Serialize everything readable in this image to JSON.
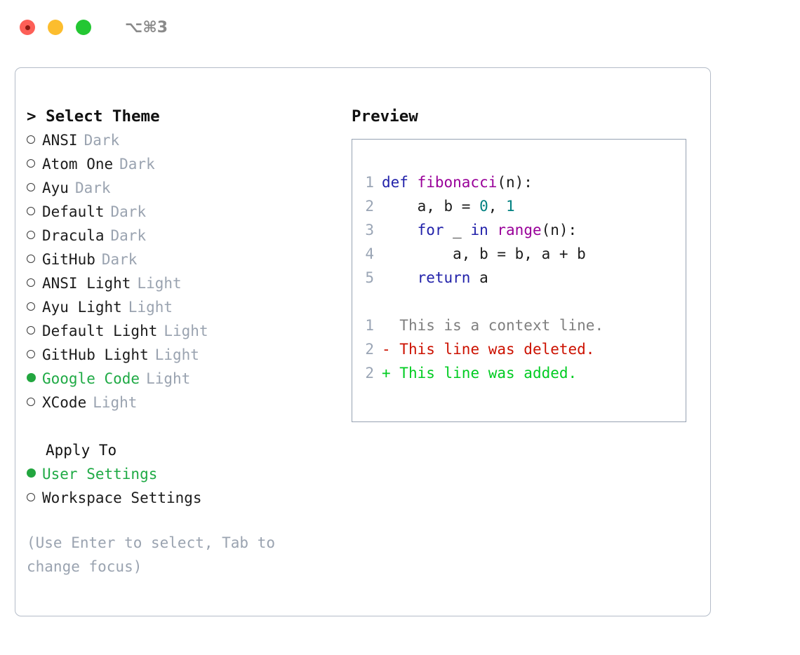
{
  "window": {
    "shortcut_label": "⌥⌘3",
    "traffic_lights": [
      "close-red",
      "minimize-yellow",
      "maximize-green"
    ]
  },
  "theme_picker": {
    "header": "> Select Theme",
    "items": [
      {
        "name": "ANSI",
        "kind": "Dark",
        "selected": false
      },
      {
        "name": "Atom One",
        "kind": "Dark",
        "selected": false
      },
      {
        "name": "Ayu",
        "kind": "Dark",
        "selected": false
      },
      {
        "name": "Default",
        "kind": "Dark",
        "selected": false
      },
      {
        "name": "Dracula",
        "kind": "Dark",
        "selected": false
      },
      {
        "name": "GitHub",
        "kind": "Dark",
        "selected": false
      },
      {
        "name": "ANSI Light",
        "kind": "Light",
        "selected": false
      },
      {
        "name": "Ayu Light",
        "kind": "Light",
        "selected": false
      },
      {
        "name": "Default Light",
        "kind": "Light",
        "selected": false
      },
      {
        "name": "GitHub Light",
        "kind": "Light",
        "selected": false
      },
      {
        "name": "Google Code",
        "kind": "Light",
        "selected": true
      },
      {
        "name": "XCode",
        "kind": "Light",
        "selected": false
      }
    ]
  },
  "apply_to": {
    "header": "Apply To",
    "items": [
      {
        "name": "User Settings",
        "selected": true
      },
      {
        "name": "Workspace Settings",
        "selected": false
      }
    ]
  },
  "hint": "(Use Enter to select, Tab to change focus)",
  "preview": {
    "title": "Preview",
    "code_lines": [
      {
        "no": "1",
        "tokens": [
          {
            "t": "def ",
            "c": "kw"
          },
          {
            "t": "fibonacci",
            "c": "fn"
          },
          {
            "t": "(n):",
            "c": "pln"
          }
        ]
      },
      {
        "no": "2",
        "tokens": [
          {
            "t": "    a, b = ",
            "c": "pln"
          },
          {
            "t": "0",
            "c": "num"
          },
          {
            "t": ", ",
            "c": "pln"
          },
          {
            "t": "1",
            "c": "num"
          }
        ]
      },
      {
        "no": "3",
        "tokens": [
          {
            "t": "    for ",
            "c": "kw"
          },
          {
            "t": "_ ",
            "c": "pln"
          },
          {
            "t": "in ",
            "c": "kw"
          },
          {
            "t": "range",
            "c": "fn"
          },
          {
            "t": "(n):",
            "c": "pln"
          }
        ]
      },
      {
        "no": "4",
        "tokens": [
          {
            "t": "        a, b = b, a + b",
            "c": "pln"
          }
        ]
      },
      {
        "no": "5",
        "tokens": [
          {
            "t": "    return",
            "c": "kw"
          },
          {
            "t": " a",
            "c": "pln"
          }
        ]
      }
    ],
    "diff_lines": [
      {
        "no": "1",
        "marker": "  ",
        "text": "This is a context line.",
        "c": "ctx"
      },
      {
        "no": "2",
        "marker": "- ",
        "text": "This line was deleted.",
        "c": "del"
      },
      {
        "no": "2",
        "marker": "+ ",
        "text": "This line was added.",
        "c": "add"
      }
    ]
  },
  "colors": {
    "accent_green": "#1faa45",
    "muted_gray": "#9aa3b0",
    "keyword_blue": "#2222aa",
    "function_purple": "#990099",
    "number_teal": "#008080",
    "diff_deleted_red": "#cc1100",
    "diff_added_green": "#00cc22",
    "panel_border": "#b4bcc8"
  }
}
